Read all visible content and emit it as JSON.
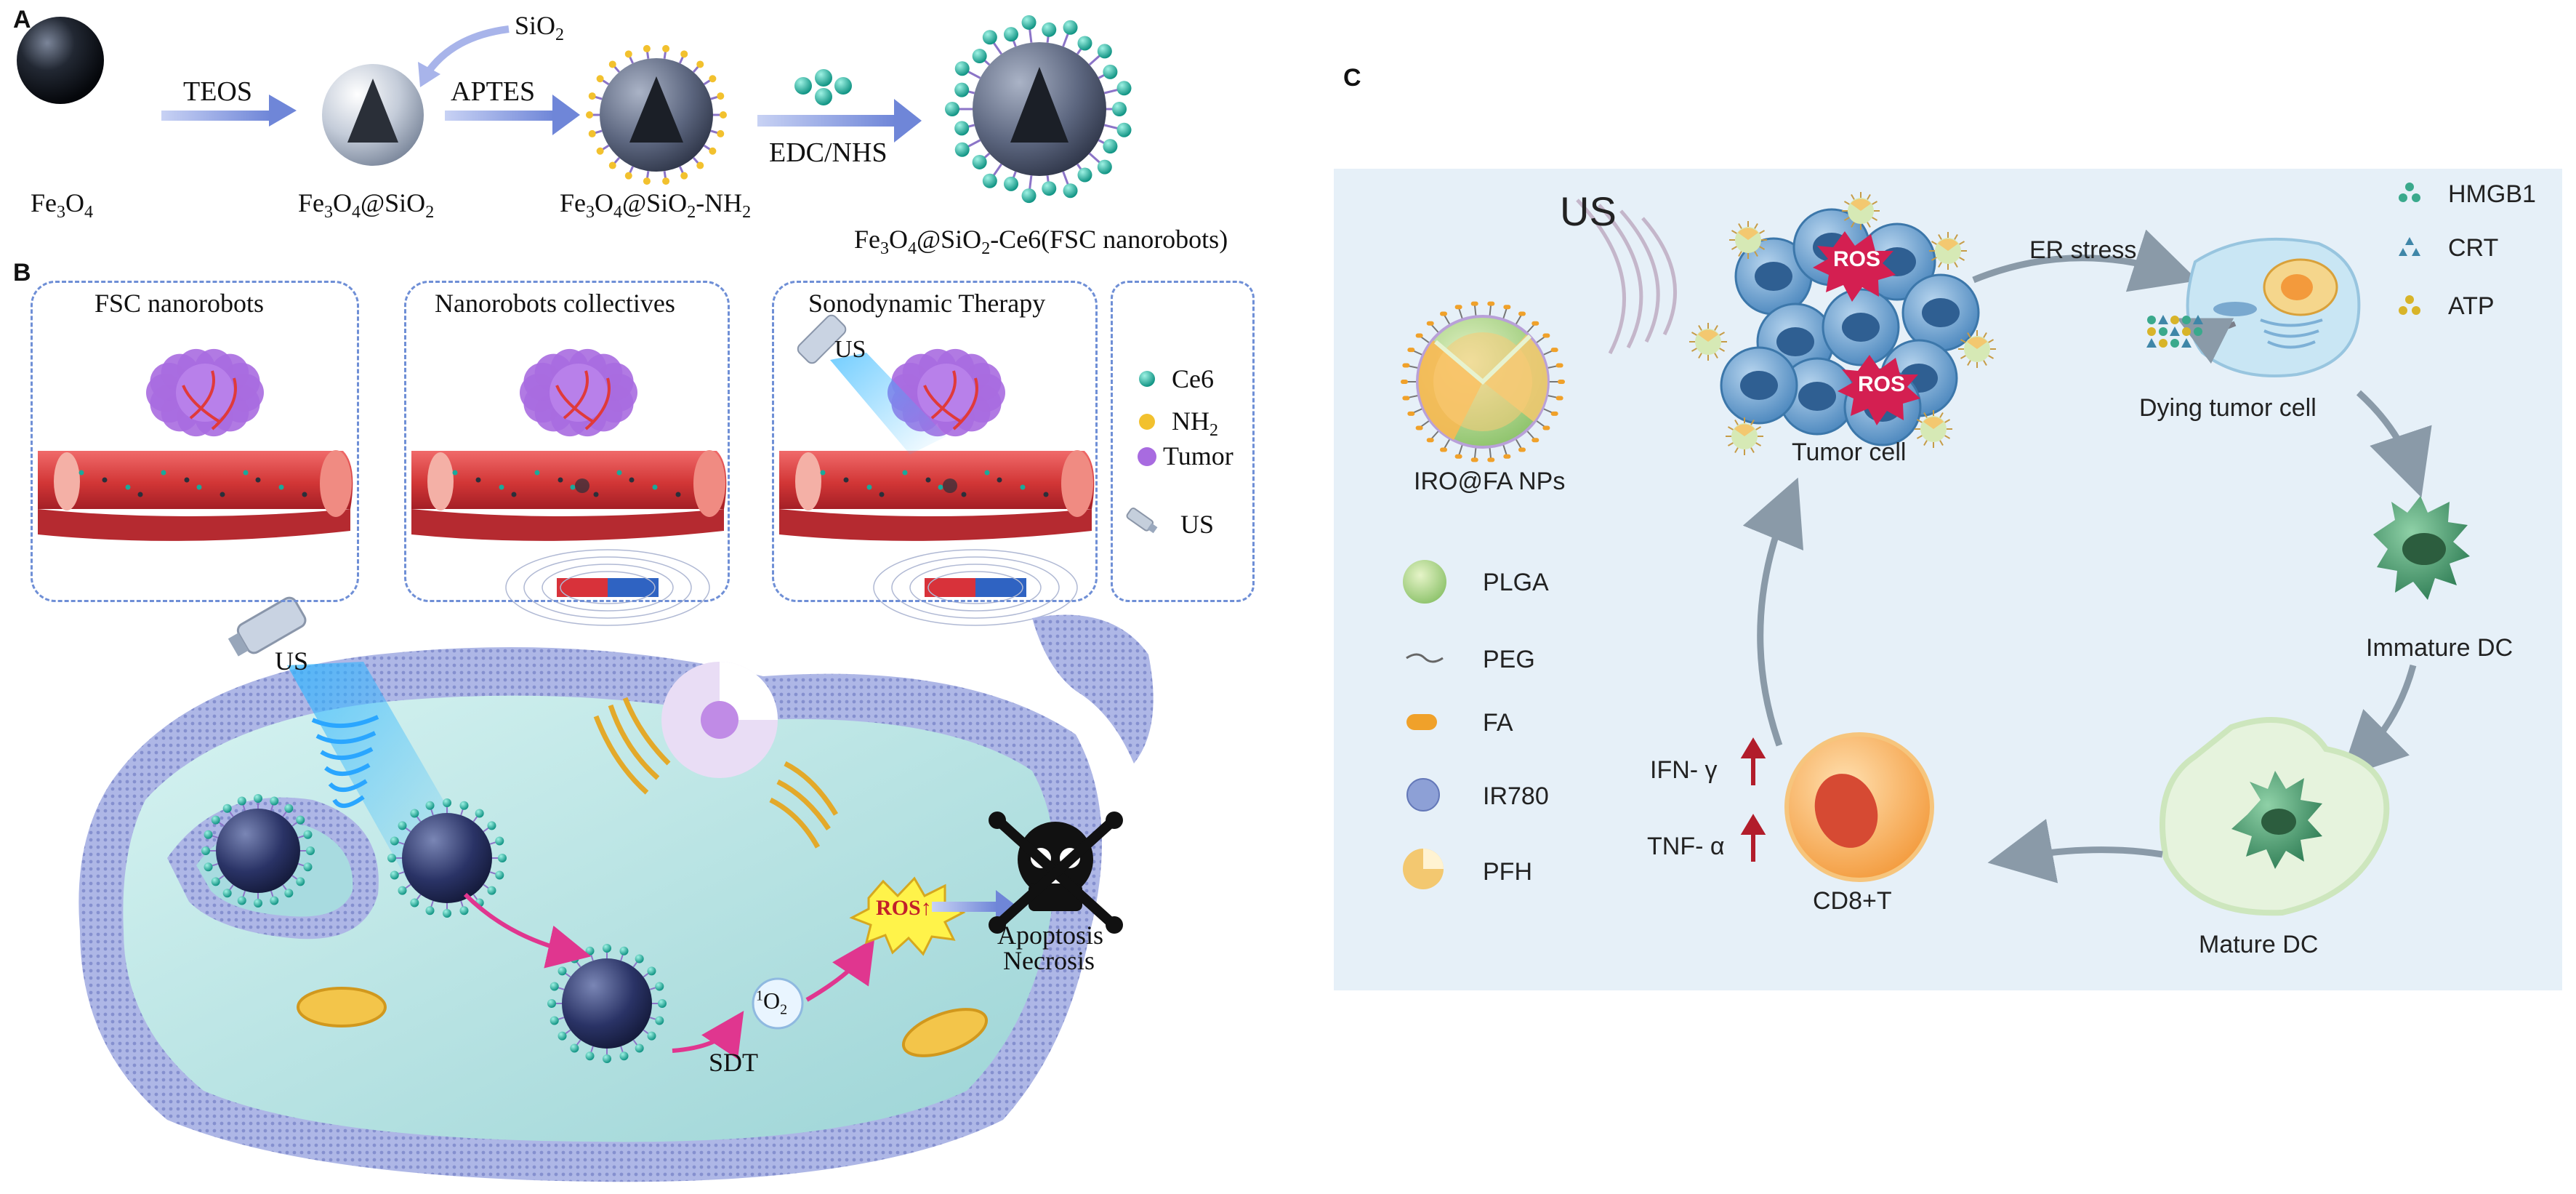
{
  "panels": {
    "a": "A",
    "b": "B",
    "c": "C"
  },
  "panel_a": {
    "reagent_sio2": "SiO",
    "reagent_sio2_sub": "2",
    "steps": [
      {
        "label": "TEOS"
      },
      {
        "label": "APTES"
      },
      {
        "label": "EDC/NHS"
      }
    ],
    "particles": [
      {
        "main": "Fe",
        "s1": "3",
        "mid": "O",
        "s2": "4",
        "rest": ""
      },
      {
        "main": "Fe",
        "s1": "3",
        "mid": "O",
        "s2": "4",
        "rest": "@SiO",
        "s3": "2"
      },
      {
        "main": "Fe",
        "s1": "3",
        "mid": "O",
        "s2": "4",
        "rest": "@SiO",
        "s3": "2",
        "rest2": "-NH",
        "s4": "2"
      },
      {
        "main": "Fe",
        "s1": "3",
        "mid": "O",
        "s2": "4",
        "rest": "@SiO",
        "s3": "2",
        "rest2": "-Ce6(FSC nanorobots)"
      }
    ]
  },
  "panel_b": {
    "boxes": [
      "FSC nanorobots",
      "Nanorobots collectives",
      "Sonodynamic Therapy"
    ],
    "us_box3": "US",
    "legend": [
      {
        "label": "Ce6",
        "color": "#1aa99a"
      },
      {
        "label": "NH",
        "sub": "2",
        "color": "#f2c12e"
      },
      {
        "label": "Tumor",
        "color": "#a86be0"
      },
      {
        "label": "US",
        "color": "#9aa8bd"
      }
    ],
    "us_main": "US",
    "ros": "ROS↑",
    "singlet_oxygen": "O",
    "singlet_pre": "1",
    "singlet_sub": "2",
    "sdt": "SDT",
    "apoptosis": "Apoptosis",
    "necrosis": "Necrosis"
  },
  "panel_c": {
    "us": "US",
    "ros": "ROS",
    "er_stress": "ER stress",
    "tumor_cell": "Tumor cell",
    "dying_tumor_cell": "Dying tumor cell",
    "immature_dc": "Immature DC",
    "mature_dc": "Mature DC",
    "cd8t": "CD8+T",
    "ifn": "IFN- γ",
    "tnf": "TNF- α",
    "nps": "IRO@FA NPs",
    "dampers": [
      {
        "label": "HMGB1",
        "color": "#3aa98c"
      },
      {
        "label": "CRT",
        "color": "#3f86a8"
      },
      {
        "label": "ATP",
        "color": "#d8b429"
      }
    ],
    "legend": [
      {
        "label": "PLGA",
        "color": "#a8d47e"
      },
      {
        "label": "PEG",
        "color": "#666666"
      },
      {
        "label": "FA",
        "color": "#f0a12a"
      },
      {
        "label": "IR780",
        "color": "#8da0d6"
      },
      {
        "label": "PFH",
        "color": "#f3c870"
      }
    ],
    "bg_color": "#e6f0f8",
    "arrow_color": "#8a9aa8"
  }
}
